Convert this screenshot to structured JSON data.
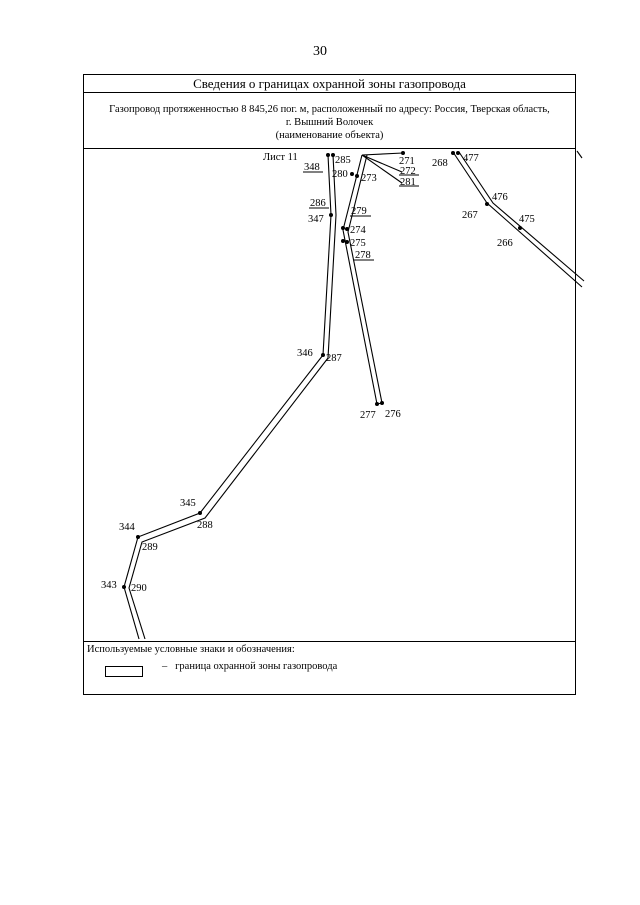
{
  "page_number": "30",
  "header": {
    "title": "Сведения о границах охранной зоны газопровода",
    "description_line1": "Газопровод протяженностью 8 845,26 пог. м, расположенный по адресу: Россия, Тверская область,",
    "description_line2": "г. Вышний Волочек",
    "description_line3": "(наименование объекта)"
  },
  "map": {
    "sheet_label": "Лист 11",
    "point_labels": [
      "348",
      "285",
      "271",
      "272",
      "281",
      "280",
      "273",
      "268",
      "477",
      "476",
      "267",
      "475",
      "266",
      "286",
      "347",
      "279",
      "274",
      "275",
      "278",
      "346",
      "287",
      "277",
      "276",
      "345",
      "288",
      "344",
      "289",
      "343",
      "290"
    ]
  },
  "legend": {
    "title": "Используемые условные знаки и обозначения:",
    "items": [
      {
        "label": "граница охранной зоны газопровода",
        "dash": "–"
      }
    ]
  }
}
